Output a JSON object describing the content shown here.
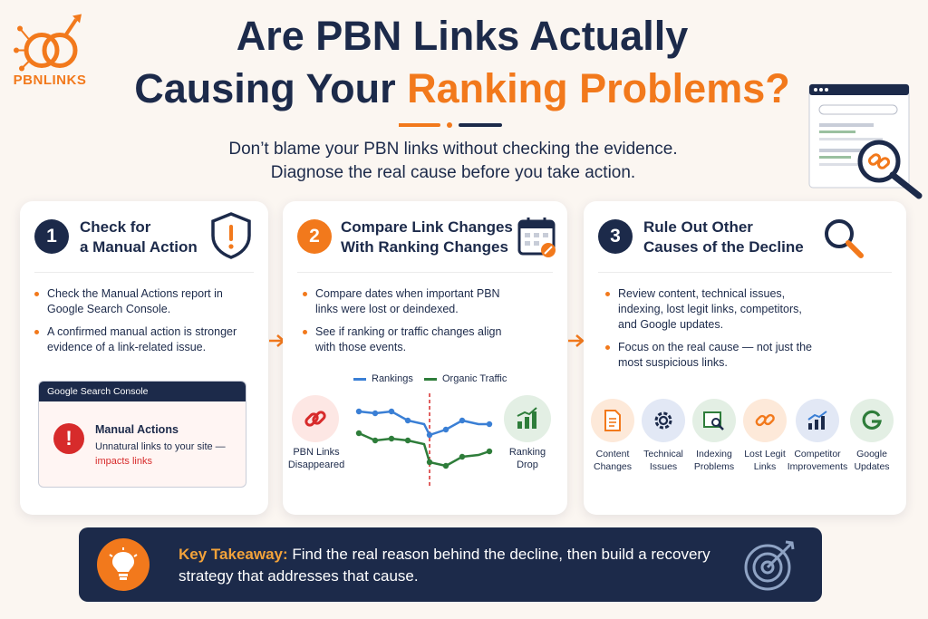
{
  "logo": {
    "text": "PBNLINKS"
  },
  "header": {
    "title_line1": "Are PBN Links Actually",
    "title_line2_plain": "Causing Your ",
    "title_line2_accent": "Ranking Problems?",
    "subtitle_line1": "Don’t blame your PBN links without checking the evidence.",
    "subtitle_line2": "Diagnose the real cause before you take action."
  },
  "cards": [
    {
      "number": "1",
      "title_line1": "Check for",
      "title_line2": "a Manual Action",
      "bullets": [
        "Check the Manual Actions report in Google Search Console.",
        "A confirmed manual action is stronger evidence of a link-related issue."
      ],
      "gsc": {
        "header": "Google Search Console",
        "title": "Manual Actions",
        "line1": "Unnatural links to your site —",
        "line2": "impacts links"
      }
    },
    {
      "number": "2",
      "title_line1": "Compare Link Changes",
      "title_line2": "With Ranking Changes",
      "bullets": [
        "Compare dates when important PBN links were lost or deindexed.",
        "See if ranking or traffic changes align with those events."
      ],
      "legend": {
        "rankings": "Rankings",
        "traffic": "Organic Traffic"
      },
      "left_icon_label": [
        "PBN Links",
        "Disappeared"
      ],
      "right_icon_label": [
        "Ranking",
        "Drop"
      ]
    },
    {
      "number": "3",
      "title_line1": "Rule Out Other",
      "title_line2": "Causes of the Decline",
      "bullets": [
        "Review content, technical issues, indexing, lost legit links, competitors, and Google updates.",
        "Focus on the real cause — not just the most suspicious links."
      ],
      "causes": [
        {
          "icon": "document-icon",
          "line1": "Content",
          "line2": "Changes"
        },
        {
          "icon": "gear-icon",
          "line1": "Technical",
          "line2": "Issues"
        },
        {
          "icon": "search-page-icon",
          "line1": "Indexing",
          "line2": "Problems"
        },
        {
          "icon": "broken-link-icon",
          "line1": "Lost Legit",
          "line2": "Links"
        },
        {
          "icon": "growth-chart-icon",
          "line1": "Competitor",
          "line2": "Improvements"
        },
        {
          "icon": "google-g-icon",
          "line1": "Google",
          "line2": "Updates"
        }
      ]
    }
  ],
  "takeaway": {
    "label": "Key Takeaway:",
    "text_line1": " Find the real reason behind the decline, then build a recovery",
    "text_line2": "strategy that addresses that cause."
  },
  "colors": {
    "navy": "#1c2a4a",
    "orange": "#f2791c",
    "rankings_line": "#3a7fd5",
    "traffic_line": "#2e7d3a",
    "alert_red": "#d72b2b"
  }
}
